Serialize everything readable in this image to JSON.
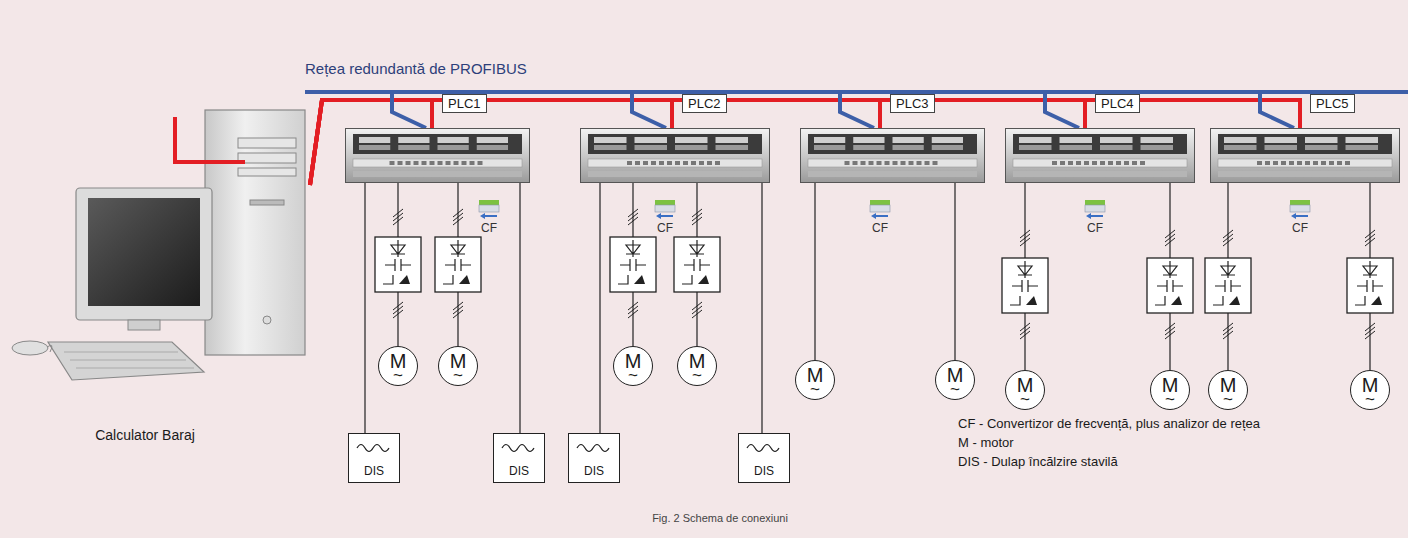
{
  "diagram": {
    "caption": "Fig. 2 Schema de conexiuni",
    "nodes": [
      {
        "text": [
          "Calculator Baraj"
        ]
      },
      {
        "text": [
          "PLC1"
        ]
      },
      {
        "text": [
          "PLC2"
        ]
      },
      {
        "text": [
          "PLC3"
        ]
      },
      {
        "text": [
          "PLC4"
        ]
      },
      {
        "text": [
          "PLC5"
        ]
      },
      {
        "text": [
          "M",
          "~"
        ]
      },
      {
        "text": [
          "M",
          "~"
        ]
      },
      {
        "text": [
          "DIS"
        ]
      },
      {
        "text": [
          "DIS"
        ]
      },
      {
        "text": [
          "M",
          "~"
        ]
      },
      {
        "text": [
          "M",
          "~"
        ]
      },
      {
        "text": [
          "DIS"
        ]
      },
      {
        "text": [
          "DIS"
        ]
      },
      {
        "text": [
          "M",
          "~"
        ]
      },
      {
        "text": [
          "M",
          "~"
        ]
      },
      {
        "text": [
          "M",
          "~"
        ]
      },
      {
        "text": [
          "M",
          "~"
        ]
      },
      {
        "text": [
          "M",
          "~"
        ]
      },
      {
        "text": [
          "M",
          "~"
        ]
      }
    ],
    "edges": [
      {
        "from": 0,
        "to": 1,
        "arrow": "none"
      },
      {
        "from": 0,
        "to": 2,
        "arrow": "none"
      },
      {
        "from": 0,
        "to": 3,
        "arrow": "none"
      },
      {
        "from": 0,
        "to": 4,
        "arrow": "none"
      },
      {
        "from": 0,
        "to": 5,
        "arrow": "none"
      },
      {
        "from": 1,
        "to": 6,
        "arrow": "none"
      },
      {
        "from": 1,
        "to": 7,
        "arrow": "none"
      },
      {
        "from": 1,
        "to": 8,
        "arrow": "none"
      },
      {
        "from": 1,
        "to": 9,
        "arrow": "none"
      },
      {
        "from": 2,
        "to": 10,
        "arrow": "none"
      },
      {
        "from": 2,
        "to": 11,
        "arrow": "none"
      },
      {
        "from": 2,
        "to": 12,
        "arrow": "none"
      },
      {
        "from": 2,
        "to": 13,
        "arrow": "none"
      },
      {
        "from": 3,
        "to": 14,
        "arrow": "none"
      },
      {
        "from": 3,
        "to": 15,
        "arrow": "none"
      },
      {
        "from": 4,
        "to": 16,
        "arrow": "none"
      },
      {
        "from": 4,
        "to": 17,
        "arrow": "none"
      },
      {
        "from": 5,
        "to": 18,
        "arrow": "none"
      },
      {
        "from": 5,
        "to": 19,
        "arrow": "none"
      }
    ],
    "labels": [
      "Rețea redundantă de PROFIBUS",
      "CF",
      "CF",
      "CF",
      "CF",
      "CF"
    ],
    "legend": [
      {
        "text": "CF - Convertizor de frecvență, plus analizor de rețea"
      },
      {
        "text": "M - motor"
      },
      {
        "text": "DIS - Dulap încălzire stavilă"
      }
    ]
  }
}
